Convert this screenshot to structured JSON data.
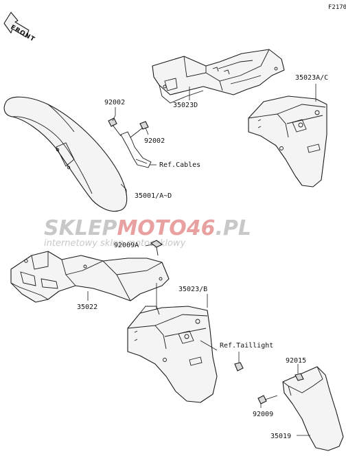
{
  "figure_code": "F2170",
  "front_label": "FRONT",
  "watermark": {
    "brand_part1": "SKLEP",
    "brand_part2": "MOTO",
    "brand_part3": "46",
    "brand_part4": ".PL",
    "tagline": "internetowy sklep motocyklowy",
    "colors": {
      "grey": "#c8c8c8",
      "red": "#e8a0a0"
    }
  },
  "labels": {
    "p92002_a": "92002",
    "p92002_b": "92002",
    "ref_cables": "Ref.Cables",
    "p35001": "35001/A~D",
    "p35023d": "35023D",
    "p35023ac": "35023A/C",
    "p92009a": "92009A",
    "p35022": "35022",
    "p35023b": "35023/B",
    "ref_taillight": "Ref.Taillight",
    "p92015": "92015",
    "p92009": "92009",
    "p35019": "35019"
  }
}
